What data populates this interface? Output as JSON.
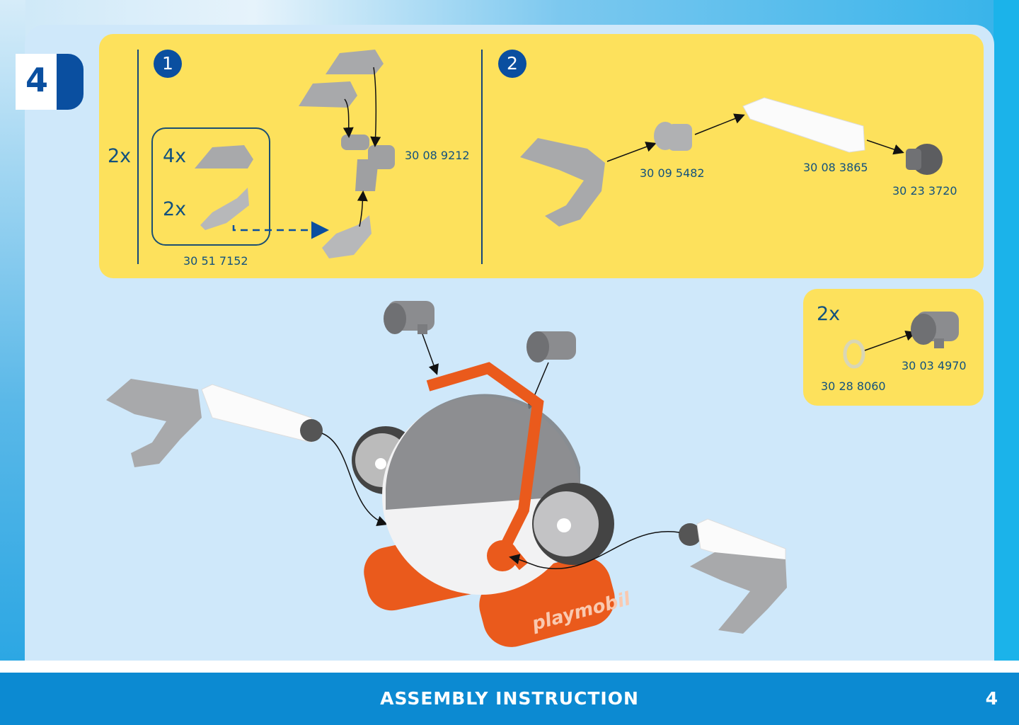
{
  "step_number": "4",
  "main_box": {
    "multiplier": "2x",
    "substep1": {
      "number": "1",
      "parts": [
        {
          "qty": "4x",
          "icon": "claw-finger-part"
        },
        {
          "qty": "2x",
          "icon": "claw-base-part"
        }
      ],
      "part_group_number": "30 51 7152",
      "assembled_part_number": "30 08 9212"
    },
    "substep2": {
      "number": "2",
      "part_numbers": [
        "30 09 5482",
        "30 08 3865",
        "30 23 3720"
      ]
    }
  },
  "side_box": {
    "multiplier": "2x",
    "part_numbers": [
      "30 03 4970",
      "30 28 8060"
    ]
  },
  "brand_logo": "playmobil",
  "footer": {
    "title": "ASSEMBLY INSTRUCTION",
    "page": "4"
  },
  "colors": {
    "yellow": "#fde15c",
    "navy": "#0a4fa0",
    "footer_blue": "#0c8ad2",
    "orange": "#ea5a1c"
  }
}
